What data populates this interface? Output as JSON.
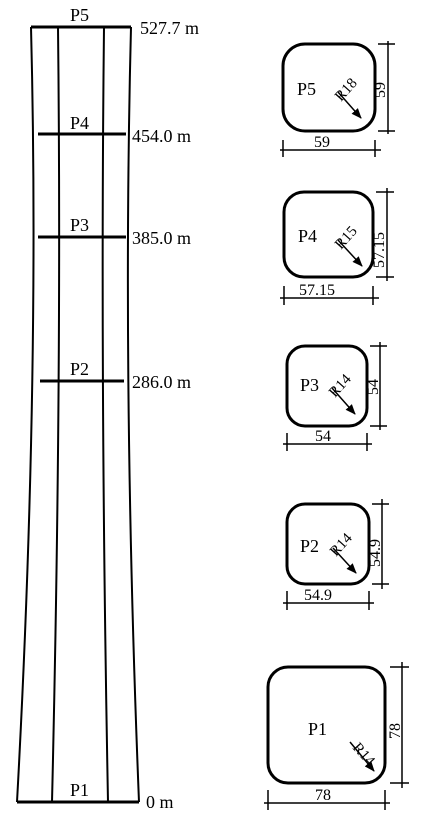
{
  "tower": {
    "stations": [
      {
        "id": "P5",
        "elevation": "527.7 m"
      },
      {
        "id": "P4",
        "elevation": "454.0 m"
      },
      {
        "id": "P3",
        "elevation": "385.0 m"
      },
      {
        "id": "P2",
        "elevation": "286.0 m"
      },
      {
        "id": "P1",
        "elevation": "0 m"
      }
    ]
  },
  "sections": [
    {
      "id": "P5",
      "width": "59",
      "height": "59",
      "radius": "R18"
    },
    {
      "id": "P4",
      "width": "57.15",
      "height": "57.15",
      "radius": "R15"
    },
    {
      "id": "P3",
      "width": "54",
      "height": "54",
      "radius": "R14"
    },
    {
      "id": "P2",
      "width": "54.9",
      "height": "54.9",
      "radius": "R14"
    },
    {
      "id": "P1",
      "width": "78",
      "height": "78",
      "radius": "R14"
    }
  ]
}
